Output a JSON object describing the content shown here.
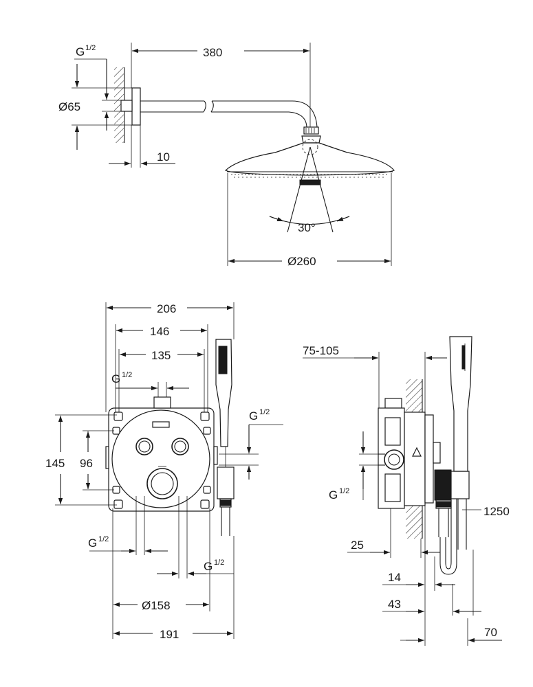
{
  "shower_head_view": {
    "dim_arm_length": "380",
    "dim_wall_thread": "G",
    "dim_wall_thread_frac": "1/2",
    "dim_flange_diameter": "Ø65",
    "dim_flange_depth": "10",
    "dim_spray_angle": "30°",
    "dim_head_diameter": "Ø260"
  },
  "front_view": {
    "dim_overall_width": "206",
    "dim_plate_hole_span": "146",
    "dim_inner_span": "135",
    "dim_top_thread": "G",
    "dim_top_thread_frac": "1/2",
    "dim_height": "145",
    "dim_inner_height": "96",
    "dim_right_thread": "G",
    "dim_right_thread_frac": "1/2",
    "dim_bottom_left_thread": "G",
    "dim_bottom_left_thread_frac": "1/2",
    "dim_bottom_right_thread": "G",
    "dim_bottom_right_thread_frac": "1/2",
    "dim_plate_diameter": "Ø158",
    "dim_body_width": "191"
  },
  "side_view": {
    "dim_wall_range": "75-105",
    "dim_thread": "G",
    "dim_thread_frac": "1/2",
    "dim_hose_length": "1250",
    "dim_depth_25": "25",
    "dim_depth_14": "14",
    "dim_depth_43": "43",
    "dim_holder_70": "70"
  },
  "colors": {
    "line": "#1a1a1a",
    "background": "#ffffff"
  }
}
